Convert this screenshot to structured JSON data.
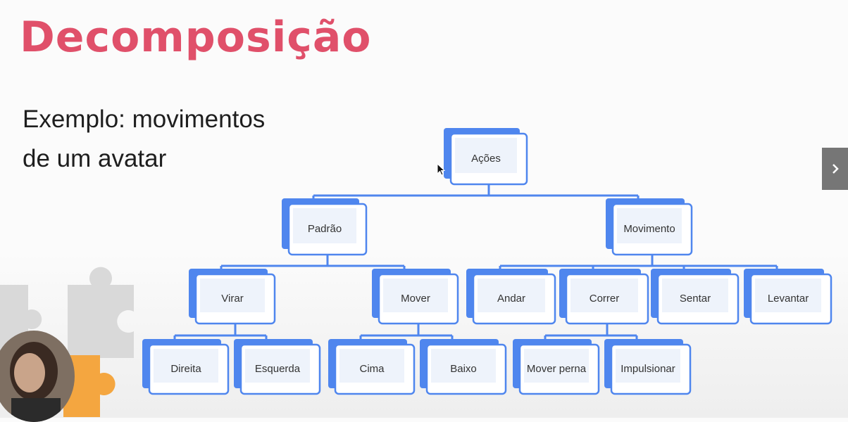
{
  "slide": {
    "title": "Decomposição",
    "subtitle_line1": "Exemplo: movimentos",
    "subtitle_line2": "de um avatar"
  },
  "colors": {
    "title": "#e0506a",
    "node_back": "#4f86ee",
    "node_border": "#4f86ee",
    "node_fill": "#ffffff",
    "connector": "#4f86ee"
  },
  "diagram": {
    "nodes": [
      {
        "id": "acoes",
        "label": "Ações",
        "parent": null
      },
      {
        "id": "padrao",
        "label": "Padrão",
        "parent": "acoes"
      },
      {
        "id": "movimento",
        "label": "Movimento",
        "parent": "acoes"
      },
      {
        "id": "virar",
        "label": "Virar",
        "parent": "padrao"
      },
      {
        "id": "mover",
        "label": "Mover",
        "parent": "padrao"
      },
      {
        "id": "andar",
        "label": "Andar",
        "parent": "movimento"
      },
      {
        "id": "correr",
        "label": "Correr",
        "parent": "movimento"
      },
      {
        "id": "sentar",
        "label": "Sentar",
        "parent": "movimento"
      },
      {
        "id": "levantar",
        "label": "Levantar",
        "parent": "movimento"
      },
      {
        "id": "direita",
        "label": "Direita",
        "parent": "virar"
      },
      {
        "id": "esquerda",
        "label": "Esquerda",
        "parent": "virar"
      },
      {
        "id": "cima",
        "label": "Cima",
        "parent": "mover"
      },
      {
        "id": "baixo",
        "label": "Baixo",
        "parent": "mover"
      },
      {
        "id": "mover-perna",
        "label": "Mover perna",
        "parent": "correr"
      },
      {
        "id": "impulsionar",
        "label": "Impulsionar",
        "parent": "correr"
      }
    ]
  },
  "icons": {
    "next": "chevron-right-icon",
    "cursor": "mouse-pointer-icon",
    "decoration": "puzzle-pieces",
    "presenter": "webcam-presenter"
  }
}
